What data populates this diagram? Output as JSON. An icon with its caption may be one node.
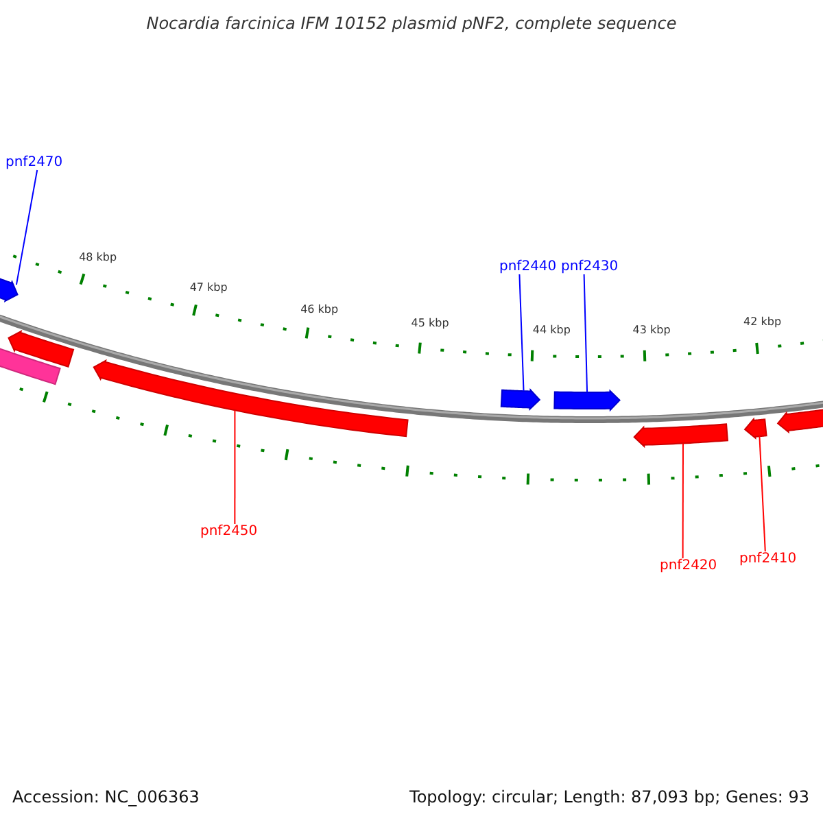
{
  "diagram": {
    "title": "Nocardia farcinica IFM 10152 plasmid pNF2, complete sequence",
    "nodes": [
      {
        "text": [
          "pnf2470"
        ]
      },
      {
        "text": [
          "pnf2440"
        ]
      },
      {
        "text": [
          "pnf2430"
        ]
      },
      {
        "text": [
          "pnf2450"
        ]
      },
      {
        "text": [
          "pnf2420"
        ]
      },
      {
        "text": [
          "pnf2410"
        ]
      },
      {
        "text": [],
        "shape": "arrow"
      },
      {
        "text": [],
        "shape": "arrow"
      },
      {
        "text": [],
        "shape": "bar"
      },
      {
        "text": [],
        "shape": "arrow"
      },
      {
        "text": [],
        "shape": "arrow"
      },
      {
        "text": [],
        "shape": "arrow"
      },
      {
        "text": [],
        "shape": "arrow"
      },
      {
        "text": [],
        "shape": "arrow"
      },
      {
        "text": [],
        "shape": "arrow"
      }
    ],
    "edges": [
      {
        "from": 0,
        "to": 6,
        "arrow": "none",
        "color": "#0000ff"
      },
      {
        "from": 1,
        "to": 10,
        "arrow": "none",
        "color": "#0000ff"
      },
      {
        "from": 2,
        "to": 11,
        "arrow": "none",
        "color": "#0000ff"
      },
      {
        "from": 3,
        "to": 9,
        "arrow": "none",
        "color": "#ff0000"
      },
      {
        "from": 4,
        "to": 12,
        "arrow": "none",
        "color": "#ff0000"
      },
      {
        "from": 5,
        "to": 13,
        "arrow": "none",
        "color": "#ff0000"
      }
    ],
    "labels": [
      "48 kbp",
      "47 kbp",
      "46 kbp",
      "45 kbp",
      "44 kbp",
      "43 kbp",
      "42 kbp",
      "Accession: NC_006363",
      "Topology: circular; Length: 87,093 bp; Genes: 93"
    ]
  }
}
